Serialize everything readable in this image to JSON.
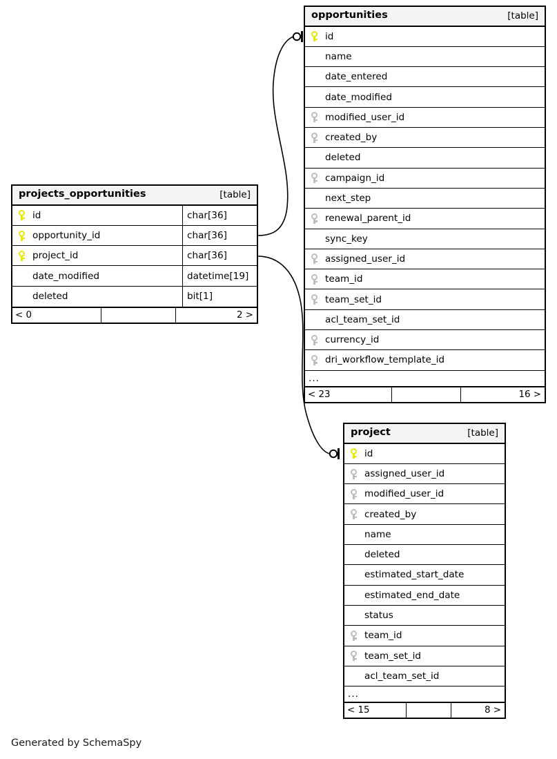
{
  "diagram": {
    "kind": "entity-relationship-diagram",
    "generator_caption": "Generated by SchemaSpy",
    "table_tag": "[table]",
    "ellipsis": "...",
    "key_icon_pk": "primary-key-icon",
    "key_icon_fk": "foreign-key-icon",
    "colors": {
      "primary_key": "#e8e800",
      "foreign_key": "#bdbdbd",
      "header_background": "#f4f4f4",
      "border": "#000000",
      "page_background": "#ffffff"
    }
  },
  "tables": [
    {
      "id": "projects_opportunities",
      "name": "projects_opportunities",
      "tag": "[table]",
      "show_types": true,
      "columns": [
        {
          "name": "id",
          "key": "pk",
          "type": "char[36]"
        },
        {
          "name": "opportunity_id",
          "key": "pk",
          "type": "char[36]"
        },
        {
          "name": "project_id",
          "key": "pk",
          "type": "char[36]"
        },
        {
          "name": "date_modified",
          "key": "none",
          "type": "datetime[19]"
        },
        {
          "name": "deleted",
          "key": "none",
          "type": "bit[1]"
        }
      ],
      "has_more_row": false,
      "footer": {
        "left": "< 0",
        "middle": "",
        "right": "2 >"
      }
    },
    {
      "id": "opportunities",
      "name": "opportunities",
      "tag": "[table]",
      "show_types": false,
      "columns": [
        {
          "name": "id",
          "key": "pk",
          "type": ""
        },
        {
          "name": "name",
          "key": "none",
          "type": ""
        },
        {
          "name": "date_entered",
          "key": "none",
          "type": ""
        },
        {
          "name": "date_modified",
          "key": "none",
          "type": ""
        },
        {
          "name": "modified_user_id",
          "key": "fk",
          "type": ""
        },
        {
          "name": "created_by",
          "key": "fk",
          "type": ""
        },
        {
          "name": "deleted",
          "key": "none",
          "type": ""
        },
        {
          "name": "campaign_id",
          "key": "fk",
          "type": ""
        },
        {
          "name": "next_step",
          "key": "none",
          "type": ""
        },
        {
          "name": "renewal_parent_id",
          "key": "fk",
          "type": ""
        },
        {
          "name": "sync_key",
          "key": "none",
          "type": ""
        },
        {
          "name": "assigned_user_id",
          "key": "fk",
          "type": ""
        },
        {
          "name": "team_id",
          "key": "fk",
          "type": ""
        },
        {
          "name": "team_set_id",
          "key": "fk",
          "type": ""
        },
        {
          "name": "acl_team_set_id",
          "key": "none",
          "type": ""
        },
        {
          "name": "currency_id",
          "key": "fk",
          "type": ""
        },
        {
          "name": "dri_workflow_template_id",
          "key": "fk",
          "type": ""
        }
      ],
      "has_more_row": true,
      "footer": {
        "left": "< 23",
        "middle": "",
        "right": "16 >"
      }
    },
    {
      "id": "project",
      "name": "project",
      "tag": "[table]",
      "show_types": false,
      "columns": [
        {
          "name": "id",
          "key": "pk",
          "type": ""
        },
        {
          "name": "assigned_user_id",
          "key": "fk",
          "type": ""
        },
        {
          "name": "modified_user_id",
          "key": "fk",
          "type": ""
        },
        {
          "name": "created_by",
          "key": "fk",
          "type": ""
        },
        {
          "name": "name",
          "key": "none",
          "type": ""
        },
        {
          "name": "deleted",
          "key": "none",
          "type": ""
        },
        {
          "name": "estimated_start_date",
          "key": "none",
          "type": ""
        },
        {
          "name": "estimated_end_date",
          "key": "none",
          "type": ""
        },
        {
          "name": "status",
          "key": "none",
          "type": ""
        },
        {
          "name": "team_id",
          "key": "fk",
          "type": ""
        },
        {
          "name": "team_set_id",
          "key": "fk",
          "type": ""
        },
        {
          "name": "acl_team_set_id",
          "key": "none",
          "type": ""
        }
      ],
      "has_more_row": true,
      "footer": {
        "left": "< 15",
        "middle": "",
        "right": "8 >"
      }
    }
  ],
  "relationships": [
    {
      "id": "rel-opportunity",
      "from_table": "projects_opportunities",
      "from_column": "opportunity_id",
      "to_table": "opportunities",
      "to_column": "id",
      "cardinality": "zero-or-one"
    },
    {
      "id": "rel-project",
      "from_table": "projects_opportunities",
      "from_column": "project_id",
      "to_table": "project",
      "to_column": "id",
      "cardinality": "zero-or-one"
    }
  ]
}
